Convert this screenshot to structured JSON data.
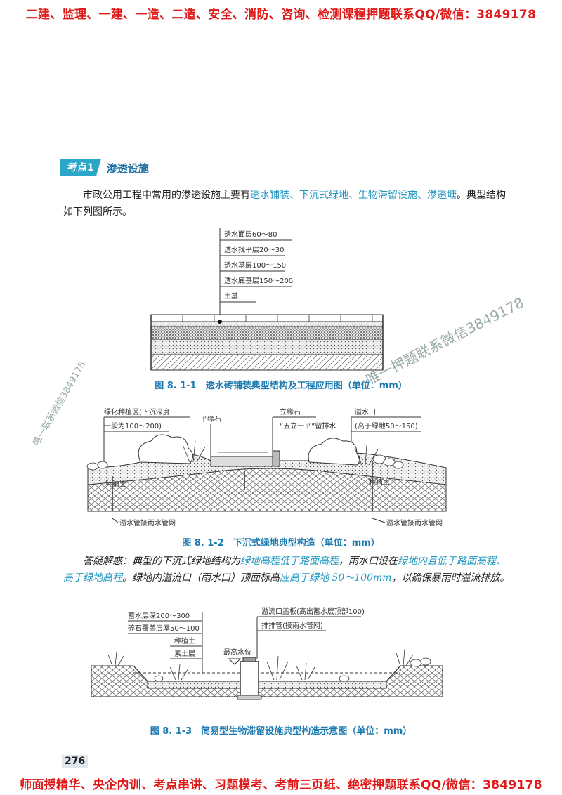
{
  "banner_top": "二建、监理、一建、一造、二造、安全、消防、咨询、检测课程押题联系QQ/微信：3849178",
  "banner_bottom": "师面授精华、央企内训、考点串讲、习题模考、考前三页纸、绝密押题联系QQ/微信：3849178",
  "section": {
    "tag": "考点1",
    "title": "渗透设施"
  },
  "intro": {
    "before": "市政公用工程中常用的渗透设施主要有",
    "highlight": "透水铺装、下沉式绿地、生物滞留设施、渗透塘",
    "after": "。典型结构如下列图所示。"
  },
  "fig1": {
    "labels": [
      "透水面层60～80",
      "透水找平层20～30",
      "透水基层100～150",
      "透水底基层150～200",
      "土基"
    ],
    "caption": "图 8. 1-1　透水砖铺装典型结构及工程应用图（单位：mm）"
  },
  "fig2": {
    "label_green_1": "绿化种植区(下沉深度",
    "label_green_2": "一般为100～200)",
    "label_curb": "平缘石",
    "label_stand": "立缘石",
    "label_stand_2": "“五立一平”留排水",
    "label_overflow": "溢水口",
    "label_overflow_2": "(高于绿地50～150)",
    "label_soil_left": "种植土",
    "label_soil_right": "种植土",
    "label_pipe_left": "溢水管接雨水管网",
    "label_pipe_right": "溢水管接雨水管网",
    "caption": "图 8. 1-2　下沉式绿地典型构造（单位：mm）"
  },
  "answer": {
    "p1": "答疑解惑：典型的下沉式绿地结构为",
    "h1": "绿地高程低于路面高程",
    "p2": "，雨水口设在",
    "h2": "绿地内且低于路面高程、高于绿地高程",
    "p3": "。绿地内溢流口（雨水口）顶面标高",
    "h3": "应高于绿地 50～100mm",
    "p4": "，以确保暴雨时溢流排放。"
  },
  "fig3": {
    "label_store": "蓄水层深200～300",
    "label_gravel": "碎石覆盖层厚50～100",
    "label_soil": "种植土",
    "label_base": "素土层",
    "label_maxwater": "最高水位",
    "label_cover": "溢流口盖板(高出蓄水层顶部100)",
    "label_pipe": "排排管(接雨水管网)",
    "caption": "图 8. 1-3　简易型生物滞留设施典型构造示意图（单位：mm）"
  },
  "watermark_1": "唯一押题联系微信3849178",
  "watermark_2": "唯一联系微信3849178",
  "page_number": "276"
}
